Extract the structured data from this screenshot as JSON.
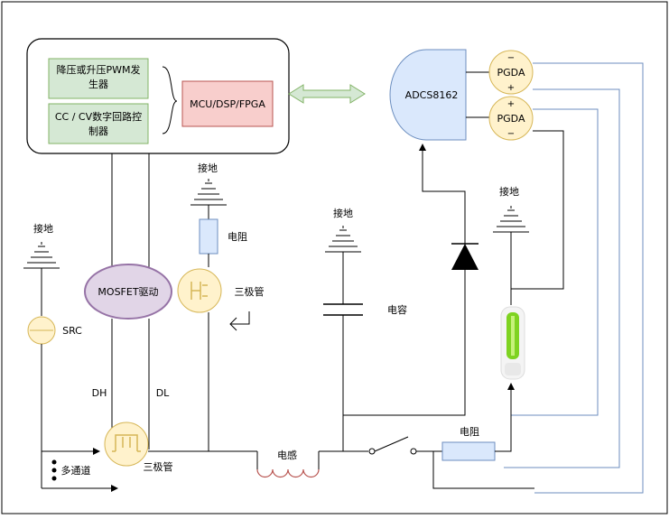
{
  "labels": {
    "pwm_generator": [
      "降压或升压PWM发",
      "生器"
    ],
    "cc_cv_control": [
      "CC / CV数字回路控",
      "制器"
    ],
    "mcu": "MCU/DSP/FPGA",
    "adcs": "ADCS8162",
    "pgda": "PGDA",
    "mosfet_driver": "MOSFET驱动",
    "ground": "接地",
    "resistor": "电阻",
    "transistor": "三极管",
    "capacitor": "电容",
    "inductor": "电感",
    "src": "SRC",
    "dh": "DH",
    "dl": "DL",
    "multi_channel": "多通道",
    "minus": "−",
    "plus": "+"
  },
  "colors": {
    "green_fill": "#d5e8d4",
    "green_stroke": "#82b366",
    "red_fill": "#f8cecc",
    "red_stroke": "#b85450",
    "blue_fill": "#dae8fc",
    "blue_stroke": "#6c8ebf",
    "yellow_fill": "#fff2cc",
    "yellow_stroke": "#d6b656",
    "purple_fill": "#e1d5e7",
    "purple_stroke": "#9673a6",
    "inductor_stroke": "#b85450"
  }
}
